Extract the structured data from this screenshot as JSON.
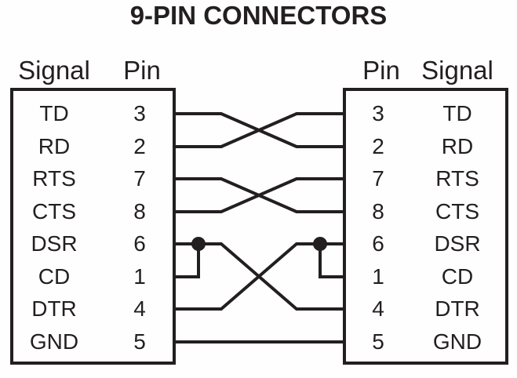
{
  "title": "9-PIN CONNECTORS",
  "colors": {
    "ink": "#231f20",
    "background": "#fefefe"
  },
  "left_connector": {
    "headers": {
      "signal": "Signal",
      "pin": "Pin"
    },
    "rows": [
      {
        "signal": "TD",
        "pin": "3"
      },
      {
        "signal": "RD",
        "pin": "2"
      },
      {
        "signal": "RTS",
        "pin": "7"
      },
      {
        "signal": "CTS",
        "pin": "8"
      },
      {
        "signal": "DSR",
        "pin": "6"
      },
      {
        "signal": "CD",
        "pin": "1"
      },
      {
        "signal": "DTR",
        "pin": "4"
      },
      {
        "signal": "GND",
        "pin": "5"
      }
    ]
  },
  "right_connector": {
    "headers": {
      "pin": "Pin",
      "signal": "Signal"
    },
    "rows": [
      {
        "pin": "3",
        "signal": "TD"
      },
      {
        "pin": "2",
        "signal": "RD"
      },
      {
        "pin": "7",
        "signal": "RTS"
      },
      {
        "pin": "8",
        "signal": "CTS"
      },
      {
        "pin": "6",
        "signal": "DSR"
      },
      {
        "pin": "1",
        "signal": "CD"
      },
      {
        "pin": "4",
        "signal": "DTR"
      },
      {
        "pin": "5",
        "signal": "GND"
      }
    ]
  },
  "wiring": [
    {
      "from": "left TD (pin 3)",
      "to": "right RD (pin 2)",
      "route": "crossed"
    },
    {
      "from": "left RD (pin 2)",
      "to": "right TD (pin 3)",
      "route": "crossed"
    },
    {
      "from": "left RTS (pin 7)",
      "to": "right CTS (pin 8)",
      "route": "crossed"
    },
    {
      "from": "left CTS (pin 8)",
      "to": "right RTS (pin 7)",
      "route": "crossed"
    },
    {
      "from": "left DSR (pin 6) tied to left CD (pin 1) at junction dot",
      "to": "right DTR (pin 4)",
      "route": "crossed"
    },
    {
      "from": "left DTR (pin 4)",
      "to": "right DSR (pin 6) tied to right CD (pin 1) at junction dot",
      "route": "crossed"
    },
    {
      "from": "left GND (pin 5)",
      "to": "right GND (pin 5)",
      "route": "straight"
    }
  ]
}
